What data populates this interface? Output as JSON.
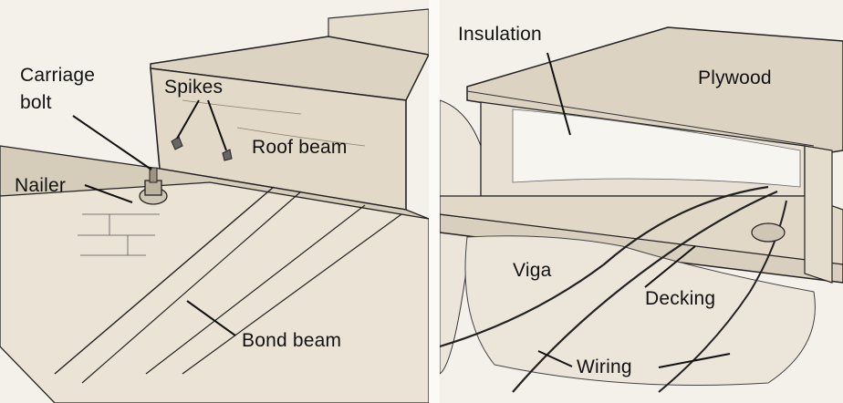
{
  "left_panel": {
    "labels": {
      "carriage_bolt": "Carriage\nbolt",
      "spikes": "Spikes",
      "roof_beam": "Roof beam",
      "nailer": "Nailer",
      "bond_beam": "Bond beam"
    }
  },
  "right_panel": {
    "labels": {
      "insulation": "Insulation",
      "plywood": "Plywood",
      "viga": "Viga",
      "decking": "Decking",
      "wiring": "Wiring"
    }
  },
  "colors": {
    "background": "#f4f1ea",
    "line": "#1a1a1a",
    "wood": "#d9cfbf"
  }
}
